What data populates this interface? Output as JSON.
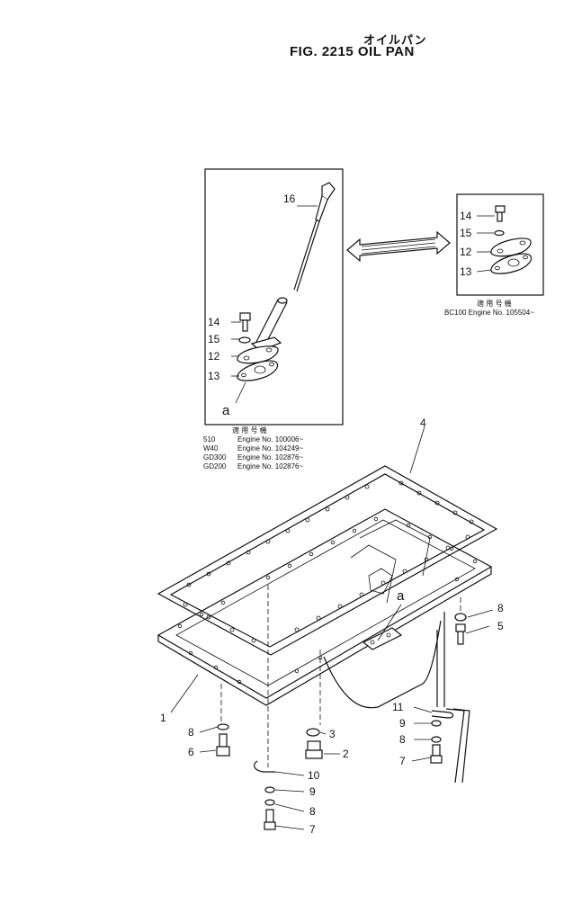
{
  "title": {
    "japanese": "オイルパン",
    "main": "FIG. 2215  OIL PAN"
  },
  "left_box": {
    "callouts": [
      "16",
      "14",
      "15",
      "12",
      "13"
    ],
    "view_letter": "a",
    "applicability_heading": "適 用 号 機",
    "applicability": [
      {
        "model": "510",
        "engine": "Engine  No.  100006~"
      },
      {
        "model": "W40",
        "engine": "Engine  No.  104249~"
      },
      {
        "model": "GD300",
        "engine": "Engine  No.  102876~"
      },
      {
        "model": "GD200",
        "engine": "Engine  No.  102876~"
      }
    ]
  },
  "right_box": {
    "callouts": [
      "14",
      "15",
      "12",
      "13"
    ],
    "applicability_heading": "適 用 号 機",
    "applicability": "BC100  Engine  No.  105504~"
  },
  "main": {
    "view_letter": "a",
    "callouts": {
      "gasket": "4",
      "pan": "1",
      "washer_left": "8",
      "bolt_left": "6",
      "washer_center": "3",
      "plug_center": "2",
      "washer_right_top": "8",
      "bolt_right_top": "5",
      "clip_right": "11",
      "washer_right_a": "9",
      "washer_right_b": "8",
      "bolt_right": "7",
      "clip_bottom": "10",
      "washer_bottom_a": "9",
      "washer_bottom_b": "8",
      "bolt_bottom": "7"
    }
  }
}
